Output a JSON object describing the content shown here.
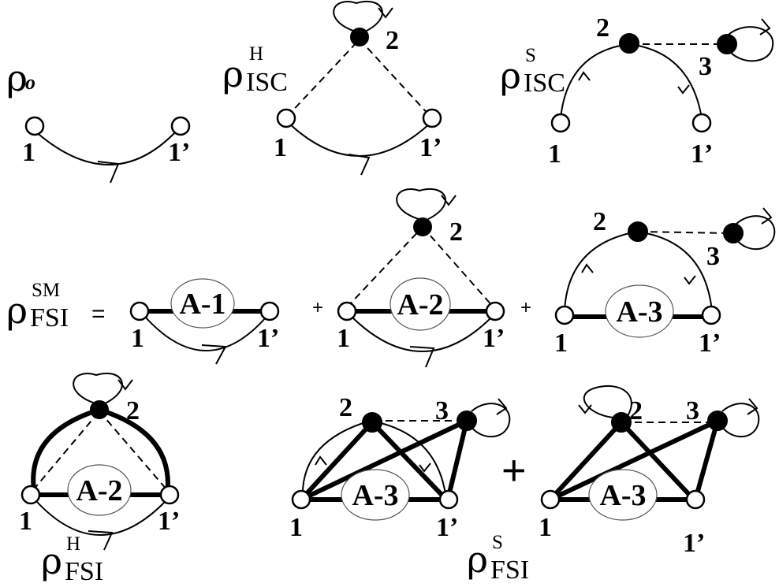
{
  "diagrams": {
    "rho0": {
      "symbol": "ρ",
      "subscript": "o",
      "superscript": "",
      "nodes": [
        "1",
        "1’"
      ]
    },
    "rhoIscH": {
      "symbol": "ρ",
      "subscript": "ISC",
      "superscript": "H",
      "nodes": [
        "1",
        "1’",
        "2"
      ]
    },
    "rhoIscS": {
      "symbol": "ρ",
      "subscript": "ISC",
      "superscript": "S",
      "nodes": [
        "1",
        "1’",
        "2",
        "3"
      ]
    },
    "rhoFsiSM": {
      "symbol": "ρ",
      "subscript": "FSI",
      "superscript": "SM",
      "equals": "="
    },
    "termA1": {
      "box": "A-1",
      "nodes": [
        "1",
        "1’"
      ]
    },
    "termA2": {
      "box": "A-2",
      "nodes": [
        "1",
        "1’",
        "2"
      ]
    },
    "termA3": {
      "box": "A-3",
      "nodes": [
        "1",
        "1’",
        "2",
        "3"
      ]
    },
    "rhoFsiH": {
      "symbol": "ρ",
      "subscript": "FSI",
      "superscript": "H",
      "box": "A-2",
      "nodes": [
        "1",
        "1’",
        "2"
      ]
    },
    "rhoFsiS": {
      "symbol": "ρ",
      "subscript": "FSI",
      "superscript": "S"
    },
    "termS1": {
      "box": "A-3",
      "nodes": [
        "1",
        "1’",
        "2",
        "3"
      ]
    },
    "termS2": {
      "box": "A-3",
      "nodes": [
        "1",
        "1’",
        "2",
        "3"
      ]
    }
  },
  "operators": {
    "plus": "+"
  }
}
